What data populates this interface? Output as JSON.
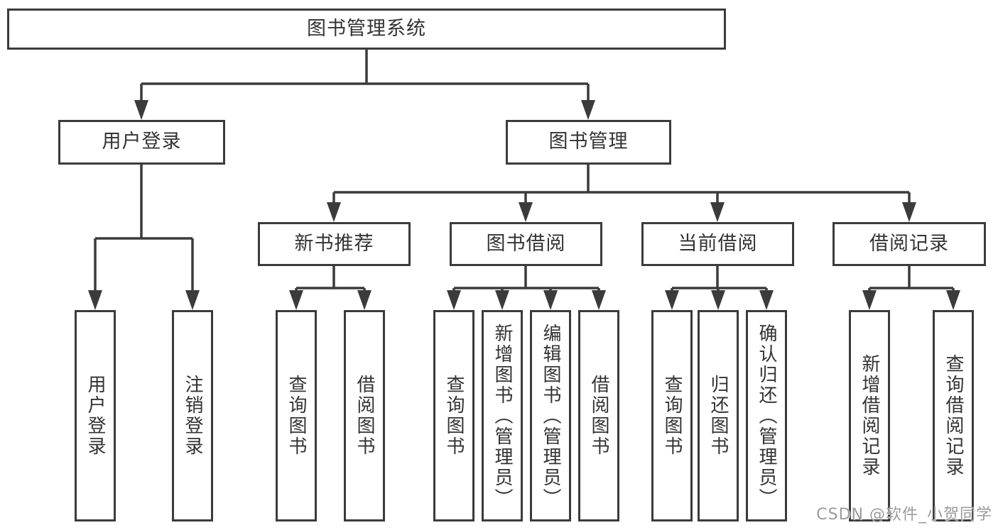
{
  "tree": {
    "label": "图书管理系统",
    "children": [
      {
        "label": "用户登录",
        "children": [
          {
            "label": "用户登录"
          },
          {
            "label": "注销登录"
          }
        ]
      },
      {
        "label": "图书管理",
        "children": [
          {
            "label": "新书推荐",
            "children": [
              {
                "label": "查询图书"
              },
              {
                "label": "借阅图书"
              }
            ]
          },
          {
            "label": "图书借阅",
            "children": [
              {
                "label": "查询图书"
              },
              {
                "label": "新增图书（管理员）"
              },
              {
                "label": "编辑图书（管理员）"
              },
              {
                "label": "借阅图书"
              }
            ]
          },
          {
            "label": "当前借阅",
            "children": [
              {
                "label": "查询图书"
              },
              {
                "label": "归还图书"
              },
              {
                "label": "确认归还（管理员）"
              }
            ]
          },
          {
            "label": "借阅记录",
            "children": [
              {
                "label": "新增借阅记录"
              },
              {
                "label": "查询借阅记录"
              }
            ]
          }
        ]
      }
    ]
  },
  "watermark": {
    "text": "CSDN @软件_小贺同学"
  },
  "colors": {
    "line": "#3b3b3b",
    "text": "#333333",
    "background": "#ffffff",
    "watermark": "#9b9b9b"
  }
}
